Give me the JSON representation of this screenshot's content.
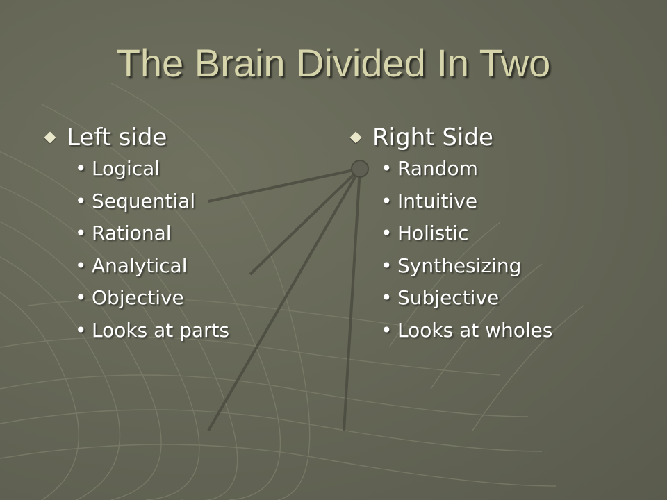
{
  "slide": {
    "title": "The Brain Divided In Two",
    "columns": [
      {
        "heading": "Left side",
        "items": [
          "Logical",
          "Sequential",
          "Rational",
          "Analytical",
          "Objective",
          "Looks at parts"
        ]
      },
      {
        "heading": "Right Side",
        "items": [
          "Random",
          "Intuitive",
          "Holistic",
          "Synthesizing",
          "Subjective",
          "Looks at wholes"
        ]
      }
    ]
  },
  "colors": {
    "background": "#666757",
    "title": "#d6d4ab",
    "text": "#ffffff",
    "bullet": "#e9e7c9"
  },
  "icons": {
    "heading_bullet": "diamond-icon",
    "item_bullet": "dot-icon"
  }
}
